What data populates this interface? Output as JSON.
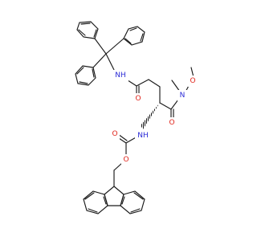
{
  "colors": {
    "bond": "#1a1a1a",
    "carbon": "#1a1a1a",
    "nitrogen": "#2b2bd6",
    "oxygen": "#e0241b",
    "background": "#ffffff"
  },
  "atoms": {
    "amide_nh": {
      "symbol": "NH",
      "element": "N"
    },
    "amide_o": {
      "symbol": "O",
      "element": "O"
    },
    "weinreb_n": {
      "symbol": "N",
      "element": "N"
    },
    "weinreb_o_ether": {
      "symbol": "O",
      "element": "O"
    },
    "weinreb_o_carbonyl": {
      "symbol": "O",
      "element": "O"
    },
    "carbamate_nh": {
      "symbol": "NH",
      "element": "N"
    },
    "carbamate_o_carbonyl": {
      "symbol": "O",
      "element": "O"
    },
    "carbamate_o_ester": {
      "symbol": "O",
      "element": "O"
    }
  }
}
